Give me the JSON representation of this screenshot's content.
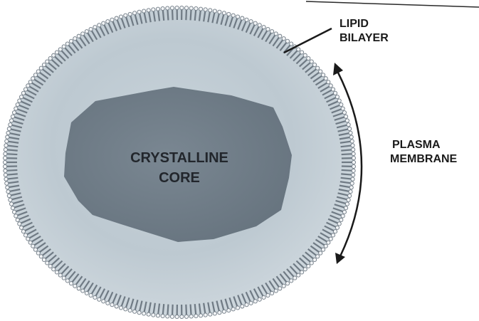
{
  "labels": {
    "lipid_bilayer_line1": "LIPID",
    "lipid_bilayer_line2": "BILAYER",
    "plasma_membrane_line1": "PLASMA",
    "plasma_membrane_line2": "MEMBRANE",
    "core_line1": "CRYSTALLINE",
    "core_line2": "CORE"
  },
  "colors": {
    "cell_fill": "#bfcbd3",
    "core_fill": "#707d88",
    "membrane_dark": "#6f7a84",
    "label": "#1a1a1a"
  }
}
